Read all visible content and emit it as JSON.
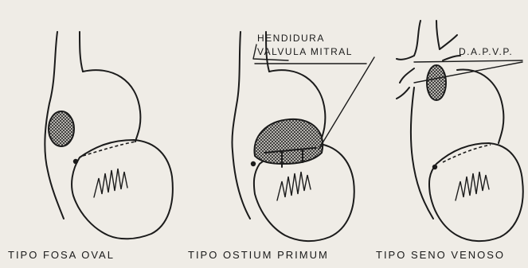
{
  "callouts": {
    "hendidura": "HENDIDURA",
    "valvula_mitral": "VALVULA MITRAL",
    "dapvp": "D.A.P.V.P."
  },
  "captions": [
    "TIPO FOSA OVAL",
    "TIPO OSTIUM PRIMUM",
    "TIPO SENO VENOSO"
  ],
  "colors": {
    "paper": "#efece6",
    "ink": "#1b1b1b"
  }
}
